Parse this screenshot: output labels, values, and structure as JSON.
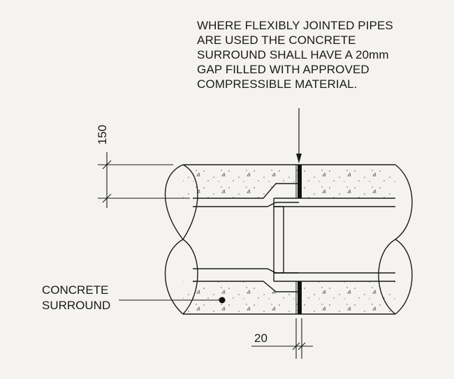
{
  "note": {
    "lines": [
      "WHERE FLEXIBLY JOINTED PIPES",
      "ARE USED THE CONCRETE",
      "SURROUND SHALL HAVE A 20mm",
      "GAP FILLED WITH APPROVED",
      "COMPRESSIBLE MATERIAL."
    ]
  },
  "labels": {
    "concrete_surround_line1": "CONCRETE",
    "concrete_surround_line2": "SURROUND"
  },
  "dimensions": {
    "surround_thickness": "150",
    "gap_width": "20"
  }
}
